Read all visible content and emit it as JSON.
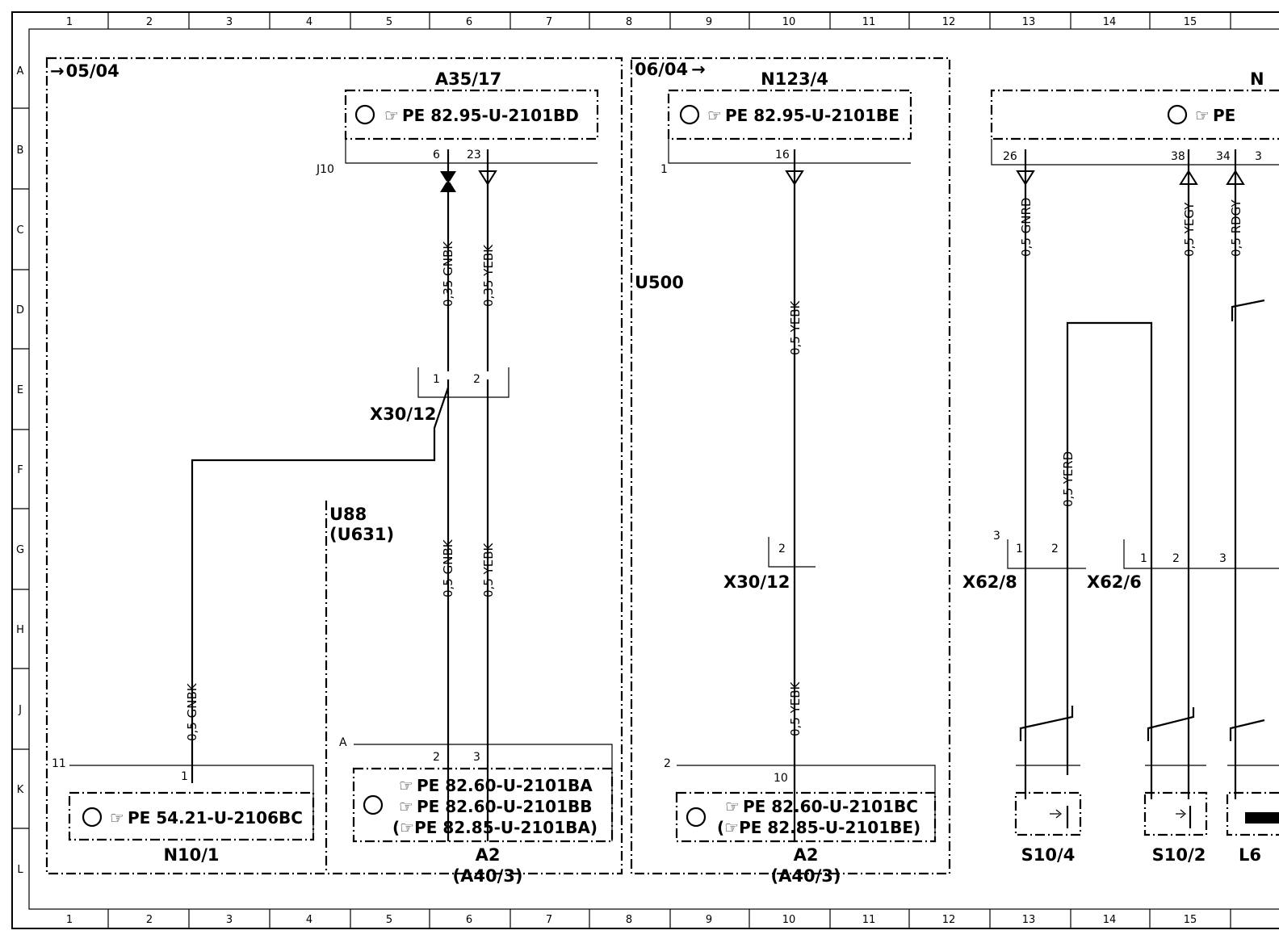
{
  "grid": {
    "columns": [
      "1",
      "2",
      "3",
      "4",
      "5",
      "6",
      "7",
      "8",
      "9",
      "10",
      "11",
      "12",
      "13",
      "14",
      "15"
    ],
    "rows": [
      "A",
      "B",
      "C",
      "D",
      "E",
      "F",
      "G",
      "H",
      "J",
      "K",
      "L"
    ]
  },
  "markers": {
    "left_ref": "05/04",
    "mid_ref": "06/04"
  },
  "components": {
    "a35_17": {
      "name": "A35/17",
      "ref": "PE  82.95-U-2101BD",
      "pin_a": "6",
      "pin_b": "23",
      "tag": "J10"
    },
    "n123_4": {
      "name": "N123/4",
      "ref": "PE  82.95-U-2101BE",
      "pin": "16",
      "tag": "1"
    },
    "n_right": {
      "name": "N",
      "ref": "PE",
      "pin_a": "26",
      "pin_b": "38",
      "pin_c": "34",
      "pin_d": "3"
    },
    "n10_1": {
      "name": "N10/1",
      "ref": "PE  54.21-U-2106BC",
      "pin": "1",
      "tag": "11"
    },
    "a2_left": {
      "name": "A2",
      "sub": "(A40/3)",
      "ref1": "PE  82.60-U-2101BA",
      "ref2": "PE  82.60-U-2101BB",
      "ref3": "(☞PE  82.85-U-2101BA)",
      "pin_a": "2",
      "pin_b": "3",
      "tag": "A"
    },
    "a2_mid": {
      "name": "A2",
      "sub": "(A40/3)",
      "ref1": "PE  82.60-U-2101BC",
      "ref2": "(☞PE  82.85-U-2101BE)",
      "pin": "10",
      "tag": "2"
    },
    "x30_12_left": {
      "name": "X30/12",
      "pin_a": "1",
      "pin_b": "2"
    },
    "x30_12_mid": {
      "name": "X30/12",
      "pin": "2"
    },
    "x62_8": {
      "name": "X62/8",
      "pin_a": "1",
      "pin_b": "2",
      "tag": "3"
    },
    "x62_6": {
      "name": "X62/6",
      "pin_a": "1",
      "pin_b": "2",
      "pin_c": "3"
    },
    "s10_4": {
      "name": "S10/4"
    },
    "s10_2": {
      "name": "S10/2"
    },
    "l6": {
      "name": "L6"
    }
  },
  "regions": {
    "u500": "U500",
    "u88": "U88",
    "u631": "(U631)"
  },
  "wires": {
    "w1": "0,35  GNBK",
    "w2": "0,35  YEBK",
    "w3": "0,5  GNBK",
    "w4": "0,5  YEBK",
    "w5": "0,5  GNBK",
    "w6": "0,5  YEBK",
    "w7": "0,5  YEBK",
    "w8": "0,5  GNRD",
    "w9": "0,5  YERD",
    "w10": "0,5  YEGY",
    "w11": "0,5  RDGY"
  }
}
